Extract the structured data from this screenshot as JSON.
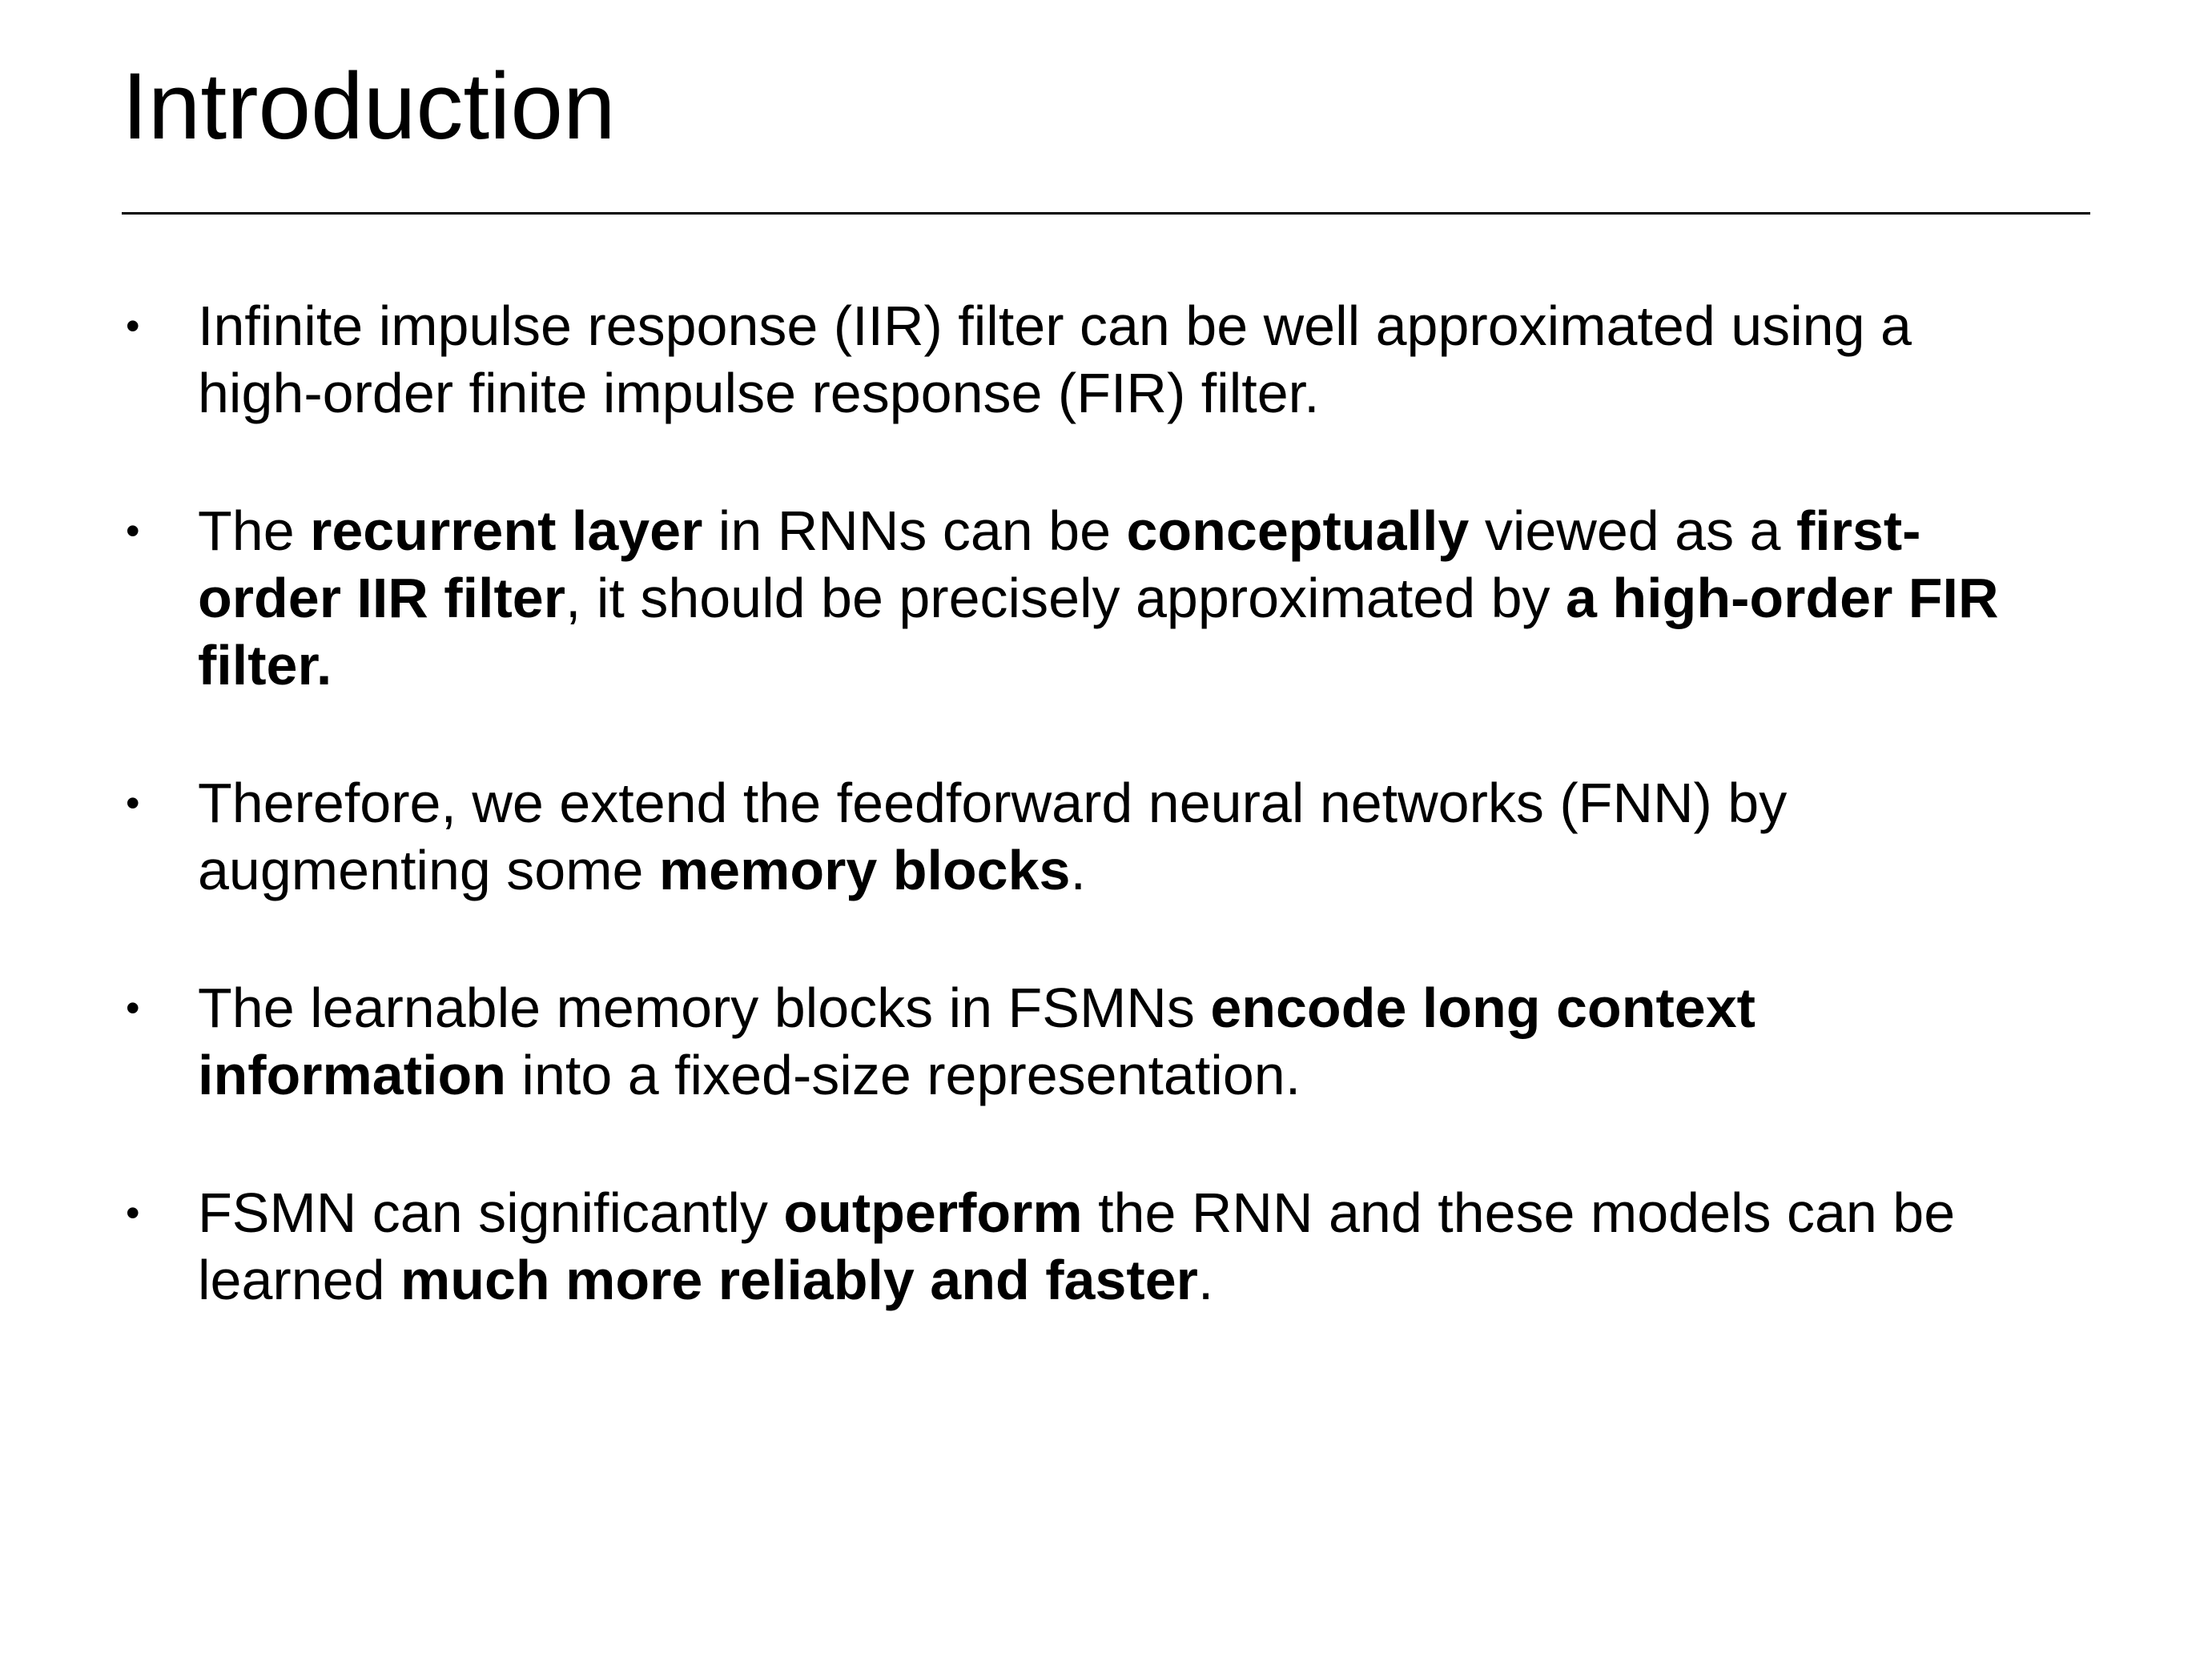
{
  "slide": {
    "title": "Introduction",
    "bullet_glyph": "•",
    "colors": {
      "background": "#ffffff",
      "text": "#000000",
      "rule": "#000000"
    },
    "bullets": [
      {
        "segments": [
          {
            "t": "Infinite impulse response (IIR) filter can be well approximated using a\nhigh-order finite impulse response (FIR) filter.",
            "b": false
          }
        ]
      },
      {
        "segments": [
          {
            "t": "The ",
            "b": false
          },
          {
            "t": "recurrent layer",
            "b": true
          },
          {
            "t": " in RNNs can be ",
            "b": false
          },
          {
            "t": "conceptually",
            "b": true
          },
          {
            "t": " viewed as a ",
            "b": false
          },
          {
            "t": "first-\norder IIR filter",
            "b": true
          },
          {
            "t": ", it should be precisely approximated by ",
            "b": false
          },
          {
            "t": "a high-order FIR\nfilter.",
            "b": true
          }
        ]
      },
      {
        "segments": [
          {
            "t": "Therefore, we extend the feedforward neural networks (FNN) by\naugmenting some ",
            "b": false
          },
          {
            "t": "memory blocks",
            "b": true
          },
          {
            "t": ".",
            "b": false
          }
        ]
      },
      {
        "segments": [
          {
            "t": "The learnable memory blocks in FSMNs ",
            "b": false
          },
          {
            "t": "encode long context\ninformation",
            "b": true
          },
          {
            "t": " into a fixed-size representation.",
            "b": false
          }
        ]
      },
      {
        "segments": [
          {
            "t": "FSMN can significantly ",
            "b": false
          },
          {
            "t": "outperform",
            "b": true
          },
          {
            "t": " the RNN and these models can be\nlearned ",
            "b": false
          },
          {
            "t": "much more reliably and faster",
            "b": true
          },
          {
            "t": ".",
            "b": false
          }
        ]
      }
    ]
  }
}
